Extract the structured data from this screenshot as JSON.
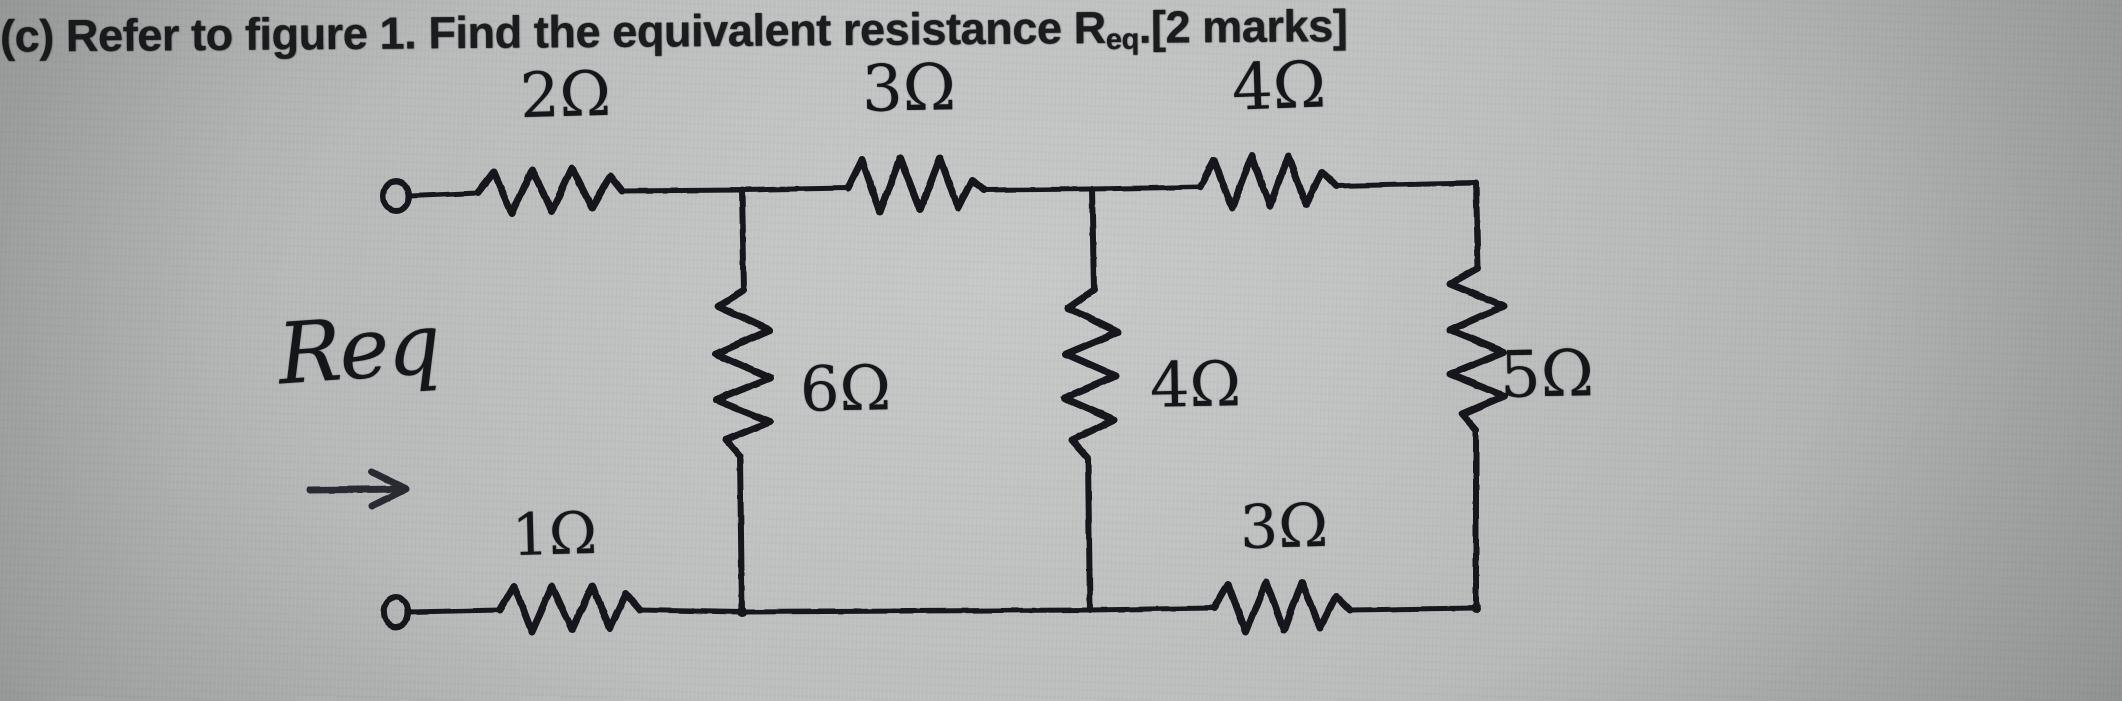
{
  "header": {
    "prefix": "(c)",
    "text_before_sub": "  Refer to figure 1. Find the equivalent resistance R",
    "subscript": "eq",
    "text_after_sub": ".[2 marks]",
    "full_text": "(c)  Refer to figure 1. Find the equivalent resistance Req.[2 marks]"
  },
  "diagram": {
    "title": "figure 1",
    "type": "resistor-ladder-network",
    "ink_color": "#15161a",
    "paper_color": "#b9bbbb",
    "req_label": "Req",
    "terminals": [
      {
        "name": "top-left-terminal",
        "position": "top-left"
      },
      {
        "name": "bottom-left-terminal",
        "position": "bottom-left"
      }
    ],
    "resistors": {
      "top": [
        {
          "id": "r-top-1",
          "label": "2Ω",
          "value": 2,
          "unit": "Ω"
        },
        {
          "id": "r-top-2",
          "label": "3Ω",
          "value": 3,
          "unit": "Ω"
        },
        {
          "id": "r-top-3",
          "label": "4Ω",
          "value": 4,
          "unit": "Ω"
        }
      ],
      "vertical": [
        {
          "id": "r-mid-1",
          "label": "6Ω",
          "value": 6,
          "unit": "Ω"
        },
        {
          "id": "r-mid-2",
          "label": "4Ω",
          "value": 4,
          "unit": "Ω"
        },
        {
          "id": "r-right",
          "label": "5Ω",
          "value": 5,
          "unit": "Ω"
        }
      ],
      "bottom": [
        {
          "id": "r-bot-1",
          "label": "1Ω",
          "value": 1,
          "unit": "Ω"
        },
        {
          "id": "r-bot-2",
          "label": "3Ω",
          "value": 3,
          "unit": "Ω"
        }
      ]
    }
  }
}
